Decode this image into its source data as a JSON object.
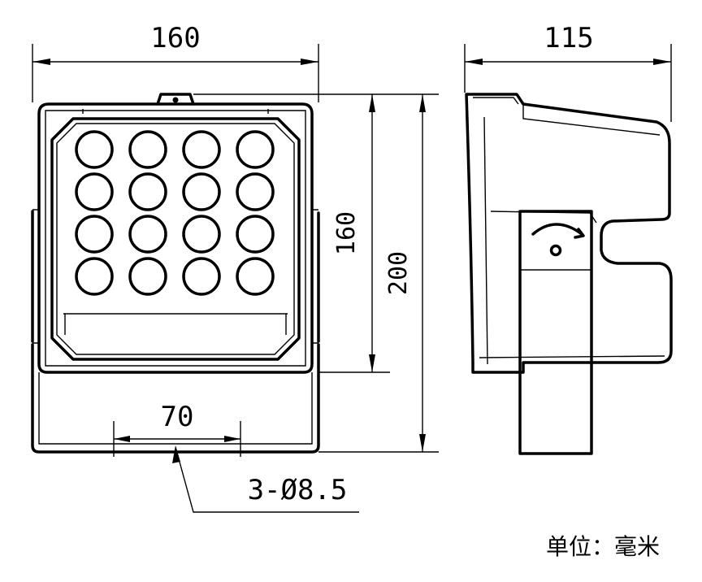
{
  "dimensions": {
    "front_width": "160",
    "side_depth": "115",
    "panel_height": "160",
    "total_height": "200",
    "hole_spacing": "70",
    "holes": "3-Ø8.5"
  },
  "unit_label": "单位：毫米",
  "led_grid": {
    "rows": 4,
    "cols": 4
  }
}
